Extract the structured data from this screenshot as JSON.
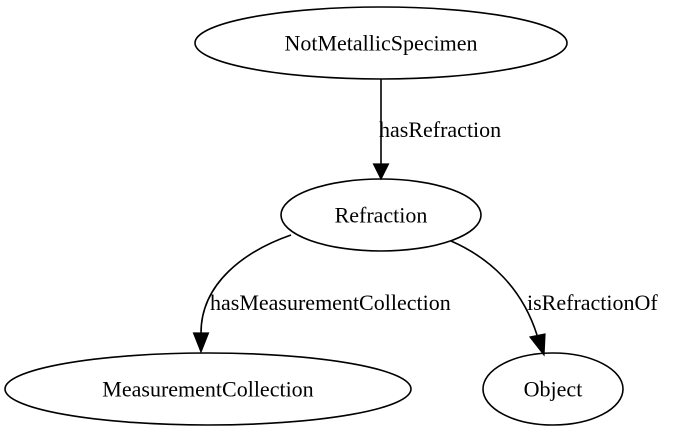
{
  "nodes": {
    "not_metallic_specimen": "NotMetallicSpecimen",
    "refraction": "Refraction",
    "measurement_collection": "MeasurementCollection",
    "object": "Object"
  },
  "edges": {
    "has_refraction": "hasRefraction",
    "has_measurement_collection": "hasMeasurementCollection",
    "is_refraction_of": "isRefractionOf"
  }
}
